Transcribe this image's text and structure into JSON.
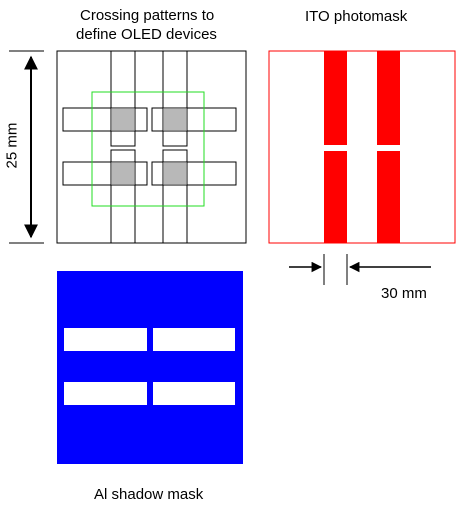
{
  "labels": {
    "crossing_line1": "Crossing patterns to",
    "crossing_line2": "define OLED devices",
    "ito": "ITO photomask",
    "dim_25": "25 mm",
    "dim_30": "30 mm",
    "al": "Al shadow mask"
  },
  "colors": {
    "ito_red": "#ff0000",
    "al_blue": "#0000ff",
    "overlap_gray": "#b8b8b8",
    "substrate_green": "#22dd22",
    "line_black": "#000000",
    "white": "#ffffff"
  }
}
